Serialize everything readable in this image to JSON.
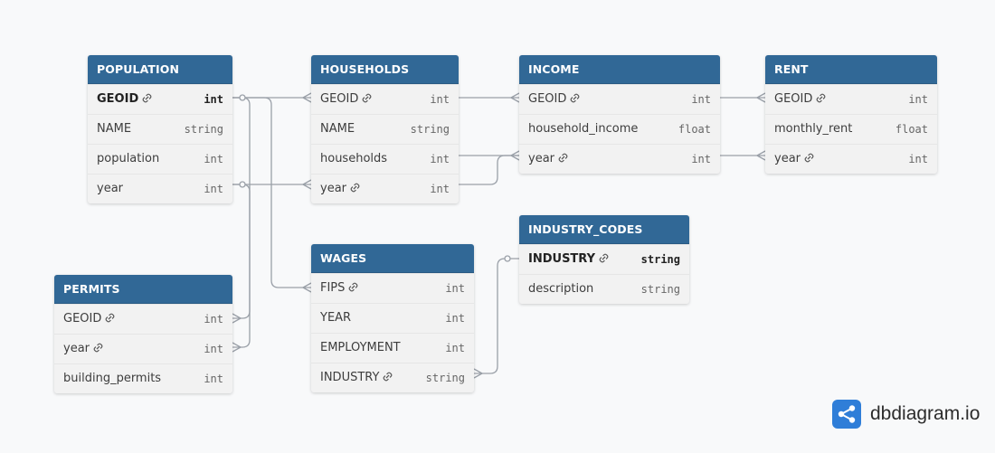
{
  "brand": {
    "name": "dbdiagram.io",
    "icon": "share-nodes-icon",
    "color": "#2f7ed8"
  },
  "colors": {
    "header": "#316896",
    "body": "#f2f2f2",
    "connector": "#9aa0a8"
  },
  "tables": [
    {
      "id": "population",
      "name": "POPULATION",
      "fields": [
        {
          "name": "GEOID",
          "type": "int",
          "key": true,
          "pk": true
        },
        {
          "name": "NAME",
          "type": "string",
          "key": false,
          "pk": false
        },
        {
          "name": "population",
          "type": "int",
          "key": false,
          "pk": false
        },
        {
          "name": "year",
          "type": "int",
          "key": false,
          "pk": false
        }
      ]
    },
    {
      "id": "households",
      "name": "HOUSEHOLDS",
      "fields": [
        {
          "name": "GEOID",
          "type": "int",
          "key": true,
          "pk": false
        },
        {
          "name": "NAME",
          "type": "string",
          "key": false,
          "pk": false
        },
        {
          "name": "households",
          "type": "int",
          "key": false,
          "pk": false
        },
        {
          "name": "year",
          "type": "int",
          "key": true,
          "pk": false
        }
      ]
    },
    {
      "id": "income",
      "name": "INCOME",
      "fields": [
        {
          "name": "GEOID",
          "type": "int",
          "key": true,
          "pk": false
        },
        {
          "name": "household_income",
          "type": "float",
          "key": false,
          "pk": false
        },
        {
          "name": "year",
          "type": "int",
          "key": true,
          "pk": false
        }
      ]
    },
    {
      "id": "rent",
      "name": "RENT",
      "fields": [
        {
          "name": "GEOID",
          "type": "int",
          "key": true,
          "pk": false
        },
        {
          "name": "monthly_rent",
          "type": "float",
          "key": false,
          "pk": false
        },
        {
          "name": "year",
          "type": "int",
          "key": true,
          "pk": false
        }
      ]
    },
    {
      "id": "industry_codes",
      "name": "INDUSTRY_CODES",
      "fields": [
        {
          "name": "INDUSTRY",
          "type": "string",
          "key": true,
          "pk": true
        },
        {
          "name": "description",
          "type": "string",
          "key": false,
          "pk": false
        }
      ]
    },
    {
      "id": "wages",
      "name": "WAGES",
      "fields": [
        {
          "name": "FIPS",
          "type": "int",
          "key": true,
          "pk": false
        },
        {
          "name": "YEAR",
          "type": "int",
          "key": false,
          "pk": false
        },
        {
          "name": "EMPLOYMENT",
          "type": "int",
          "key": false,
          "pk": false
        },
        {
          "name": "INDUSTRY",
          "type": "string",
          "key": true,
          "pk": false
        }
      ]
    },
    {
      "id": "permits",
      "name": "PERMITS",
      "fields": [
        {
          "name": "GEOID",
          "type": "int",
          "key": true,
          "pk": false
        },
        {
          "name": "year",
          "type": "int",
          "key": true,
          "pk": false
        },
        {
          "name": "building_permits",
          "type": "int",
          "key": false,
          "pk": false
        }
      ]
    }
  ],
  "relationships": [
    {
      "from": "POPULATION.GEOID",
      "to": "HOUSEHOLDS.GEOID",
      "cardinality": "one-to-many"
    },
    {
      "from": "POPULATION.GEOID",
      "to": "WAGES.FIPS",
      "cardinality": "one-to-many"
    },
    {
      "from": "POPULATION.GEOID",
      "to": "PERMITS.GEOID",
      "cardinality": "one-to-many"
    },
    {
      "from": "POPULATION.year",
      "to": "HOUSEHOLDS.year",
      "cardinality": "one-to-many"
    },
    {
      "from": "POPULATION.year",
      "to": "PERMITS.year",
      "cardinality": "one-to-many"
    },
    {
      "from": "HOUSEHOLDS.GEOID",
      "to": "INCOME.GEOID",
      "cardinality": "one-to-many"
    },
    {
      "from": "HOUSEHOLDS.households",
      "to": "INCOME.year",
      "cardinality": "one-to-many"
    },
    {
      "from": "HOUSEHOLDS.year",
      "to": "INCOME.year",
      "cardinality": "one-to-many"
    },
    {
      "from": "INCOME.GEOID",
      "to": "RENT.GEOID",
      "cardinality": "one-to-many"
    },
    {
      "from": "INCOME.year",
      "to": "RENT.year",
      "cardinality": "one-to-many"
    },
    {
      "from": "INDUSTRY_CODES.INDUSTRY",
      "to": "WAGES.INDUSTRY",
      "cardinality": "one-to-many"
    }
  ]
}
